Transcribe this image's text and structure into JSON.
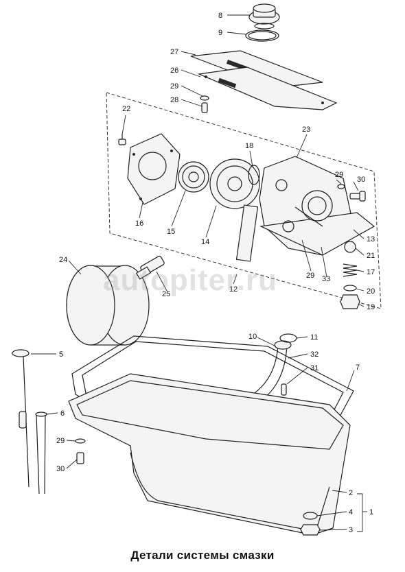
{
  "caption": "Детали системы смазки",
  "watermark": "autopiter.ru",
  "callouts": {
    "c1": "1",
    "c2": "2",
    "c3": "3",
    "c4": "4",
    "c5": "5",
    "c6": "6",
    "c7": "7",
    "c8": "8",
    "c9": "9",
    "c10": "10",
    "c11": "11",
    "c12": "12",
    "c13": "13",
    "c14": "14",
    "c15": "15",
    "c16": "16",
    "c17": "17",
    "c18": "18",
    "c19": "19",
    "c20": "20",
    "c21": "21",
    "c22": "22",
    "c23": "23",
    "c24": "24",
    "c25": "25",
    "c26": "26",
    "c27": "27",
    "c28": "28",
    "c29a": "29",
    "c29b": "29",
    "c29c": "29",
    "c29d": "29",
    "c30a": "30",
    "c30b": "30",
    "c31": "31",
    "c32": "32",
    "c33": "33"
  }
}
